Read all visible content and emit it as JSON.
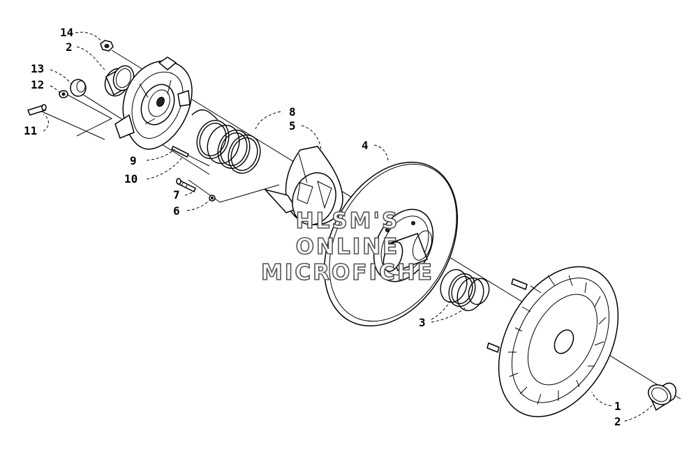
{
  "watermark": {
    "line1": "HLSM'S",
    "line2": "ONLINE",
    "line3": "MICROFICHE"
  },
  "callouts": {
    "c14": "14",
    "c2a": "2",
    "c13": "13",
    "c12": "12",
    "c11": "11",
    "c9": "9",
    "c10": "10",
    "c8": "8",
    "c5": "5",
    "c7": "7",
    "c6": "6",
    "c4": "4",
    "c3": "3",
    "c1": "1",
    "c2b": "2"
  }
}
